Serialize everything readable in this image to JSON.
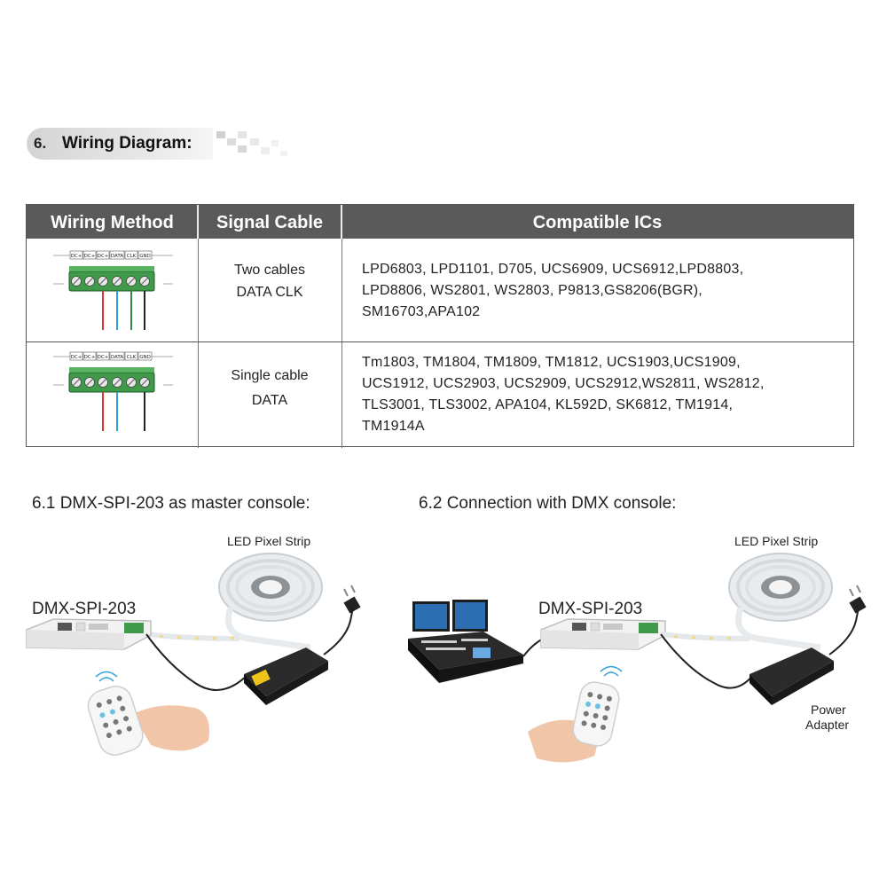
{
  "section": {
    "number": "6.",
    "title": "Wiring Diagram:"
  },
  "table": {
    "headers": [
      "Wiring Method",
      "Signal Cable",
      "Compatible ICs"
    ],
    "rows": [
      {
        "terminal_labels": [
          "DC+",
          "DC+",
          "DC+",
          "DATA",
          "CLK",
          "GND"
        ],
        "signal_lines": [
          "Two cables",
          "DATA  CLK"
        ],
        "ics_lines": [
          "LPD6803, LPD1101, D705, UCS6909, UCS6912,LPD8803,",
          "LPD8806, WS2801, WS2803, P9813,GS8206(BGR),",
          "SM16703,APA102"
        ]
      },
      {
        "terminal_labels": [
          "DC+",
          "DC+",
          "DC+",
          "DATA",
          "CLK",
          "GND"
        ],
        "signal_lines": [
          "Single cable",
          "DATA"
        ],
        "ics_lines": [
          "Tm1803, TM1804, TM1809, TM1812, UCS1903,UCS1909,",
          "UCS1912, UCS2903, UCS2909, UCS2912,WS2811, WS2812,",
          "TLS3001, TLS3002, APA104, KL592D, SK6812, TM1914,",
          "TM1914A"
        ]
      }
    ]
  },
  "sub1": {
    "title": "6.1 DMX-SPI-203 as master console:",
    "strip_label": "LED Pixel Strip",
    "device_label": "DMX-SPI-203"
  },
  "sub2": {
    "title": "6.2 Connection with DMX console:",
    "strip_label": "LED Pixel Strip",
    "device_label": "DMX-SPI-203",
    "power_label_1": "Power",
    "power_label_2": "Adapter"
  },
  "colors": {
    "header_bg": "#5a5a5a",
    "terminal_green": "#3f9b4a",
    "wire_red": "#e03030",
    "wire_blue": "#2f9fd8",
    "wire_green": "#2e8b4b",
    "wire_black": "#222222"
  }
}
